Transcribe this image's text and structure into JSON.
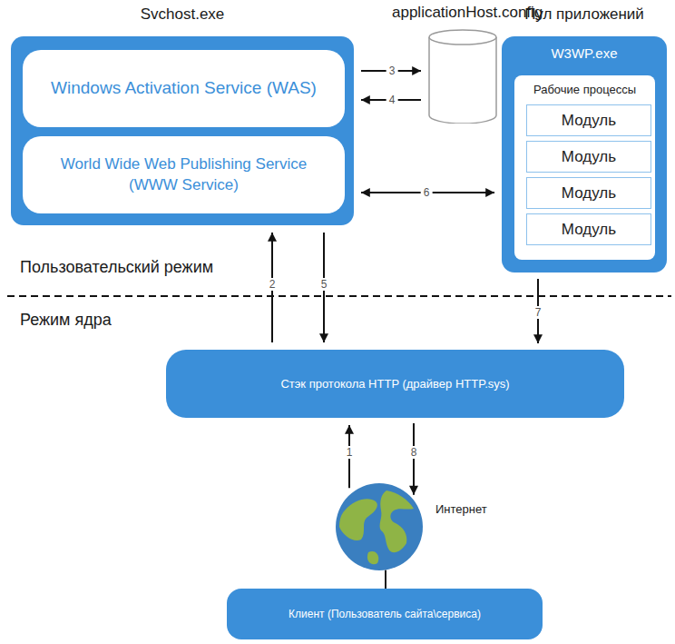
{
  "diagram": {
    "nodes": [
      {
        "text": [
          "Svchost.exe"
        ]
      },
      {
        "text": [
          "Windows Activation Service (WAS)"
        ],
        "in": 0
      },
      {
        "text": [
          "World Wide Web Publishing Service (WWW Service)"
        ],
        "in": 0
      },
      {
        "text": [
          "applicationHost.config"
        ]
      },
      {
        "text": [
          "Пул приложений",
          "W3WP.exe"
        ]
      },
      {
        "text": [
          "Рабочие процессы"
        ],
        "in": 4
      },
      {
        "text": [
          "Модуль"
        ],
        "in": 5
      },
      {
        "text": [
          "Модуль"
        ],
        "in": 5
      },
      {
        "text": [
          "Модуль"
        ],
        "in": 5
      },
      {
        "text": [
          "Модуль"
        ],
        "in": 5
      },
      {
        "text": [
          "Стэк протокола HTTP (драйвер HTTP.sys)"
        ]
      },
      {
        "text": [
          "Интернет"
        ]
      },
      {
        "text": [
          "Клиент (Пользователь сайта\\сервиса)"
        ]
      }
    ],
    "edges": [
      {
        "from": 11,
        "to": 10,
        "label": "1",
        "arrow": "to"
      },
      {
        "from": 10,
        "to": 0,
        "label": "2",
        "arrow": "to"
      },
      {
        "from": 1,
        "to": 3,
        "label": "3",
        "arrow": "to"
      },
      {
        "from": 3,
        "to": 1,
        "label": "4",
        "arrow": "to"
      },
      {
        "from": 0,
        "to": 10,
        "label": "5",
        "arrow": "to"
      },
      {
        "from": 2,
        "to": 4,
        "label": "6",
        "arrow": "both"
      },
      {
        "from": 4,
        "to": 10,
        "label": "7",
        "arrow": "to"
      },
      {
        "from": 10,
        "to": 11,
        "label": "8",
        "arrow": "to"
      },
      {
        "from": 11,
        "to": 12,
        "arrow": "none"
      }
    ],
    "labels": [
      "Пользовательский режим",
      "Режим ядра"
    ]
  }
}
